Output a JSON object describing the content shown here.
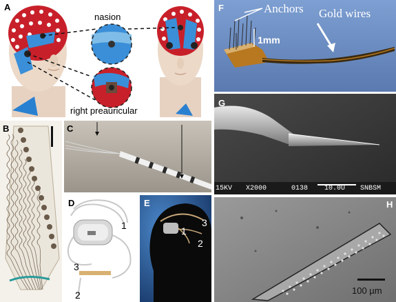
{
  "panels": {
    "a": {
      "label": "A",
      "nasion": "nasion",
      "preauricular": "right preauricular"
    },
    "b": {
      "label": "B"
    },
    "c": {
      "label": "C"
    },
    "d": {
      "label": "D",
      "n1": "1",
      "n2": "2",
      "n3": "3"
    },
    "e": {
      "label": "E",
      "n1": "1",
      "n2": "2",
      "n3": "3"
    },
    "f": {
      "label": "F",
      "anchors": "Anchors",
      "gold_wires": "Gold wires",
      "scale": "1mm"
    },
    "g": {
      "label": "G",
      "sem_kv": "15KV",
      "sem_mag": "X2000",
      "sem_id": "0138",
      "sem_scale": "10.0U",
      "sem_org": "SNBSM"
    },
    "h": {
      "label": "H",
      "scale": "100 µm"
    }
  },
  "colors": {
    "cap_red": "#c8202a",
    "tape_blue": "#3a8fd8",
    "photo_blue": "#6b8fc4",
    "gold": "#b87820"
  }
}
